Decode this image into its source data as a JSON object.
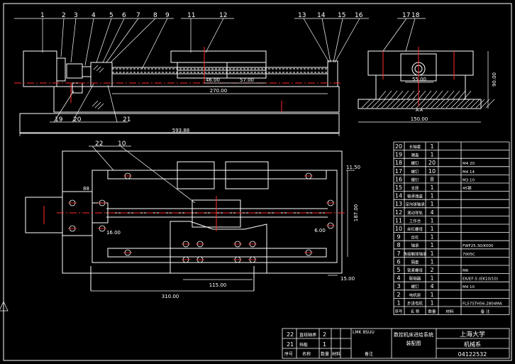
{
  "colors": {
    "background": "#000000",
    "outline": "#ffffff",
    "centerline": "#ff2a2a",
    "hatch": "#ffffff",
    "dimension": "#ffffff",
    "label": "#ffffff"
  },
  "balloons_top": [
    "1",
    "2",
    "3",
    "4",
    "5",
    "6",
    "7",
    "8",
    "9",
    "11",
    "12",
    "13",
    "14",
    "15",
    "16",
    "17",
    "18"
  ],
  "balloons_bottom": [
    "19",
    "20",
    "21"
  ],
  "balloons_plan": [
    "22",
    "10"
  ],
  "dims_front": {
    "d1": "46.00",
    "d2": "57.00",
    "d3": "270.00",
    "d4": "593.88"
  },
  "dims_side": {
    "d1": "55.00",
    "d2": "150.00",
    "d3": "90.00",
    "section": "A-A"
  },
  "dims_plan": {
    "d1": "88",
    "d2": "16.00",
    "d3": "6.00",
    "d4": "115.00",
    "d5": "310.00",
    "d6": "11.50",
    "d7": "187.00",
    "d8": "15.00"
  },
  "bom_rows": [
    {
      "no": "20",
      "name": "长轴套",
      "qty": "1",
      "spec": ""
    },
    {
      "no": "19",
      "name": "端盖",
      "qty": "1",
      "spec": ""
    },
    {
      "no": "18",
      "name": "螺钉",
      "qty": "20",
      "spec": "M4 20"
    },
    {
      "no": "17",
      "name": "螺钉",
      "qty": "10",
      "spec": "M4 14"
    },
    {
      "no": "16",
      "name": "螺钉",
      "qty": "8",
      "spec": "M3 10"
    },
    {
      "no": "15",
      "name": "支座",
      "qty": "1",
      "spec": "45钢"
    },
    {
      "no": "14",
      "name": "轴承端盖",
      "qty": "1",
      "spec": ""
    },
    {
      "no": "13",
      "name": "深沟球轴承",
      "qty": "1",
      "spec": ""
    },
    {
      "no": "12",
      "name": "滚动导轨",
      "qty": "4",
      "spec": ""
    },
    {
      "no": "11",
      "name": "工作台",
      "qty": "1",
      "spec": ""
    },
    {
      "no": "10",
      "name": "丝杠螺母",
      "qty": "1",
      "spec": ""
    },
    {
      "no": "9",
      "name": "丝杠",
      "qty": "1",
      "spec": ""
    },
    {
      "no": "8",
      "name": "轴承",
      "qty": "1",
      "spec": "FWF25.30/K000"
    },
    {
      "no": "7",
      "name": "角接触球轴承",
      "qty": "1",
      "spec": "7005C"
    },
    {
      "no": "6",
      "name": "隔套",
      "qty": "1",
      "spec": ""
    },
    {
      "no": "5",
      "name": "锁紧螺母",
      "qty": "2",
      "spec": "M6"
    },
    {
      "no": "4",
      "name": "联轴器",
      "qty": "1",
      "spec": "EK/EF-5 (EK10/10)"
    },
    {
      "no": "3",
      "name": "螺钉",
      "qty": "4",
      "spec": "M4 10"
    },
    {
      "no": "2",
      "name": "电机座",
      "qty": "1",
      "spec": ""
    },
    {
      "no": "1",
      "name": "步进电机",
      "qty": "1",
      "spec": "FL57STH56-2804MA"
    }
  ],
  "bom_header": {
    "no": "序号",
    "name": "名 称",
    "qty": "数量",
    "material": "材料",
    "remark": "备 注"
  },
  "title_rows": [
    {
      "no": "22",
      "name": "直线轴承",
      "qty": "2",
      "spec": "LMK 8SUU"
    },
    {
      "no": "21",
      "name": "挡板",
      "qty": "1",
      "spec": ""
    }
  ],
  "title_block": {
    "drawing_title": "数控机床进给系统",
    "subtitle": "装配图",
    "school": "上海大学",
    "department": "机械系",
    "drawing_no": "04122532",
    "label_no": "序号",
    "label_name": "名称",
    "label_qty": "数量",
    "label_material": "材料",
    "label_remark": "备注"
  }
}
